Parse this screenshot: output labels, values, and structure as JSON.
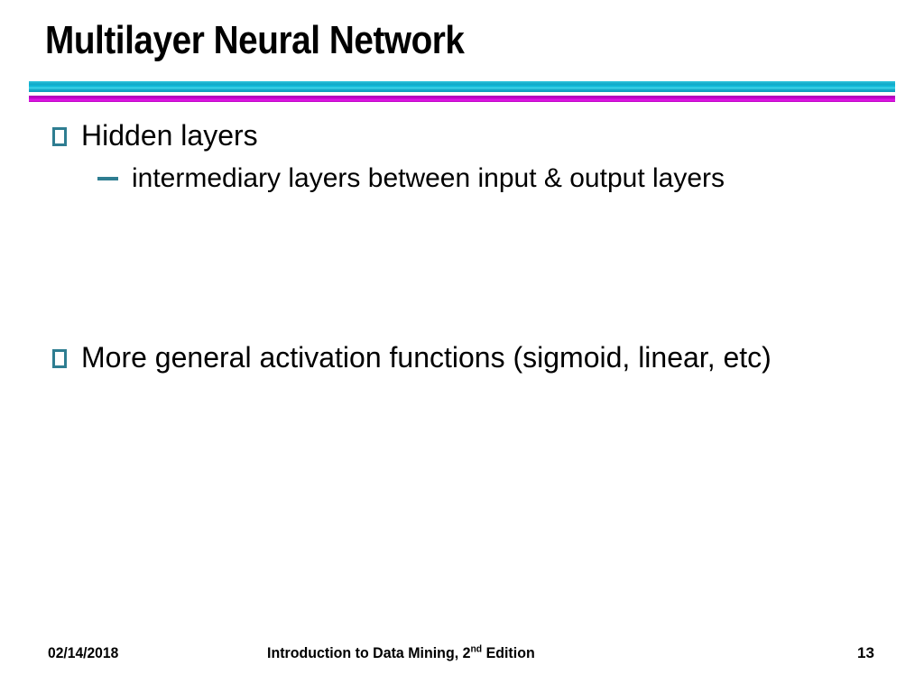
{
  "slide": {
    "title": "Multilayer Neural Network",
    "background_color": "#ffffff",
    "accent_colors": {
      "rule_cyan": "#13a9c8",
      "rule_magenta": "#c000c8",
      "bullet_teal": "#2e7d91",
      "text": "#000000"
    }
  },
  "content": {
    "bullets": [
      {
        "marker": "hollow-square-bullet",
        "text": "Hidden layers",
        "children": [
          {
            "marker": "en-dash-bullet",
            "text": "intermediary layers between input & output layers"
          }
        ]
      },
      {
        "marker": "hollow-square-bullet",
        "text": "More general activation functions (sigmoid, linear, etc)",
        "children": []
      }
    ]
  },
  "footer": {
    "date": "02/14/2018",
    "center_prefix": "Introduction to Data Mining, 2",
    "center_superscript": "nd",
    "center_suffix": " Edition",
    "page_number": "13"
  }
}
